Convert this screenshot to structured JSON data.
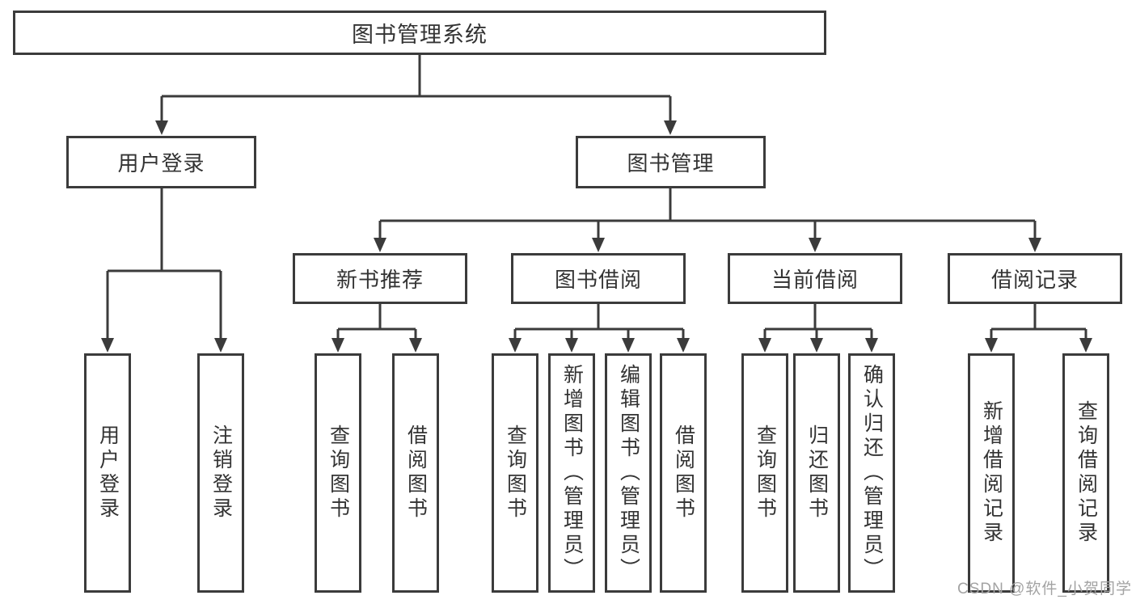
{
  "watermark": "CSDN @软件_小贺同学",
  "colors": {
    "line": "#3b3b3b",
    "border": "#3b3b3b",
    "text": "#333333",
    "background": "#ffffff",
    "watermark": "#a3a3a3"
  },
  "tree": {
    "root": {
      "label": "图书管理系统",
      "children": [
        {
          "label": "用户登录",
          "children": [
            {
              "label": "用户登录"
            },
            {
              "label": "注销登录"
            }
          ]
        },
        {
          "label": "图书管理",
          "children": [
            {
              "label": "新书推荐",
              "children": [
                {
                  "label": "查询图书"
                },
                {
                  "label": "借阅图书"
                }
              ]
            },
            {
              "label": "图书借阅",
              "children": [
                {
                  "label": "查询图书"
                },
                {
                  "label": "新增图书（管理员）"
                },
                {
                  "label": "编辑图书（管理员）"
                },
                {
                  "label": "借阅图书"
                }
              ]
            },
            {
              "label": "当前借阅",
              "children": [
                {
                  "label": "查询图书"
                },
                {
                  "label": "归还图书"
                },
                {
                  "label": "确认归还（管理员）"
                }
              ]
            },
            {
              "label": "借阅记录",
              "children": [
                {
                  "label": "新增借阅记录"
                },
                {
                  "label": "查询借阅记录"
                }
              ]
            }
          ]
        }
      ]
    }
  }
}
